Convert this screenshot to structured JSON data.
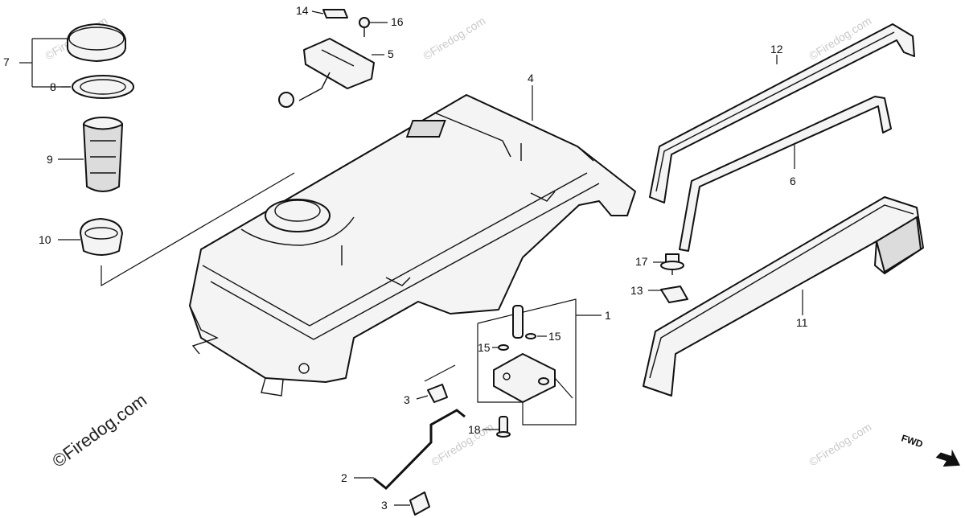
{
  "callouts": {
    "c1": "1",
    "c2": "2",
    "c3a": "3",
    "c3b": "3",
    "c4": "4",
    "c5": "5",
    "c6": "6",
    "c7": "7",
    "c8": "8",
    "c9": "9",
    "c10": "10",
    "c11": "11",
    "c12": "12",
    "c13": "13",
    "c14": "14",
    "c15a": "15",
    "c15b": "15",
    "c16": "16",
    "c17": "17",
    "c18": "18"
  },
  "direction_label": "FWD",
  "watermark": {
    "main": "©Firedog.com",
    "faint": "©Firedog.com"
  }
}
